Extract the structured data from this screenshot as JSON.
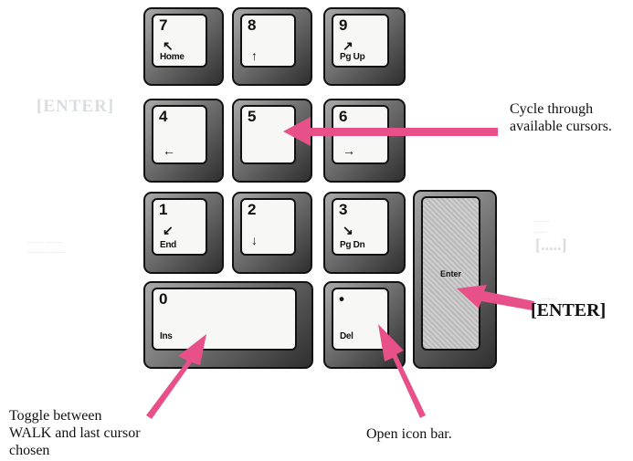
{
  "keypad": {
    "key_7": {
      "number": "7",
      "arrow": "↖",
      "function": "Home"
    },
    "key_8": {
      "number": "8",
      "arrow": "↑"
    },
    "key_9": {
      "number": "9",
      "arrow": "↗",
      "function": "Pg Up"
    },
    "key_4": {
      "number": "4",
      "arrow": "←"
    },
    "key_5": {
      "number": "5"
    },
    "key_6": {
      "number": "6",
      "arrow": "→"
    },
    "key_1": {
      "number": "1",
      "arrow": "↙",
      "function": "End"
    },
    "key_2": {
      "number": "2",
      "arrow": "↓"
    },
    "key_3": {
      "number": "3",
      "arrow": "↘",
      "function": "Pg Dn"
    },
    "key_0": {
      "number": "0",
      "function": "Ins"
    },
    "key_dot": {
      "number": "•",
      "function": "Del"
    },
    "key_enter": {
      "label": "Enter"
    }
  },
  "annotations": {
    "cycle_cursors": "Cycle through available cursors.",
    "enter": "[ENTER]",
    "toggle_walk": "Toggle between WALK and last cursor chosen",
    "open_icon_bar": "Open icon bar."
  },
  "colors": {
    "arrow": "#e8508a",
    "key_body": "#6f6f6f",
    "key_cap": "#f7f7f5"
  }
}
